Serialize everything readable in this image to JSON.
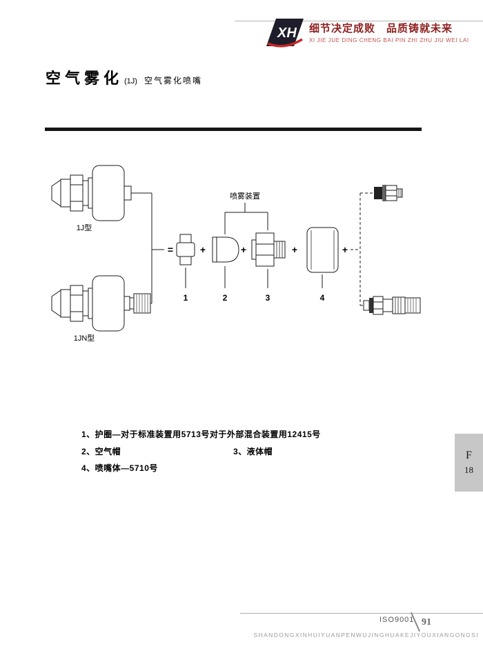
{
  "header": {
    "logo_text": "XH",
    "slogan_cn": "细节决定成败　品质铸就未来",
    "slogan_pinyin": "XI JIE JUE DING CHENG BAI   PIN ZHI ZHU JIU WEI LAI"
  },
  "title": {
    "main": "空气雾化",
    "model": "(1J)",
    "subtitle": "空气雾化喷嘴"
  },
  "diagram": {
    "label_1j": "1J型",
    "label_1jn": "1JN型",
    "spray_device_label": "喷雾装置",
    "equals": "=",
    "plus": "+",
    "part_numbers": [
      "1",
      "2",
      "3",
      "4"
    ]
  },
  "notes": {
    "note1": "1、护圈—对于标准装置用5713号对于外部混合装置用12415号",
    "note2": "2、空气帽",
    "note3": "3、液体帽",
    "note4": "4、喷嘴体—5710号"
  },
  "side_tab": {
    "letter": "F",
    "number": "18"
  },
  "footer": {
    "iso": "ISO9001",
    "page": "91",
    "company": "SHANDONGXINHUIYUANPENWUJINGHUAKEJIYOUXIANGONGSI"
  },
  "colors": {
    "accent_red": "#c62828",
    "slogan_maroon": "#8e2020",
    "tab_gray": "#c7c7c7"
  }
}
